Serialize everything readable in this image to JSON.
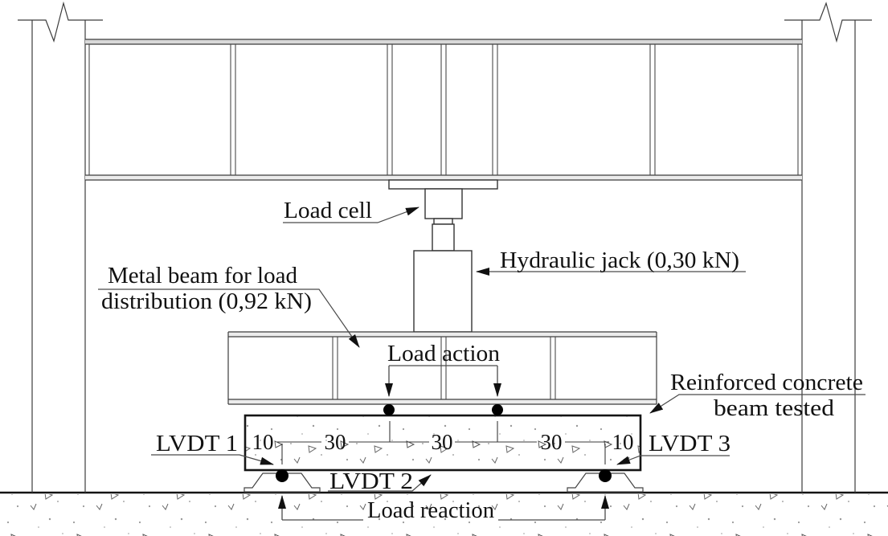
{
  "labels": {
    "load_cell": "Load cell",
    "hydraulic_jack": "Hydraulic jack (0,30 kN)",
    "metal_beam_line1": "Metal beam for load",
    "metal_beam_line2": "distribution (0,92 kN)",
    "load_action": "Load action",
    "reinforced_concrete_line1": "Reinforced concrete",
    "reinforced_concrete_line2": "beam tested",
    "lvdt_1": "LVDT 1",
    "lvdt_2": "LVDT 2",
    "lvdt_3": "LVDT 3",
    "load_reaction": "Load reaction"
  },
  "dimensions_cm": {
    "values": [
      "10",
      "30",
      "30",
      "30",
      "10"
    ]
  },
  "colors": {
    "line": "#3c3c3c",
    "heavy_line": "#141414",
    "background": "#ffffff",
    "marker_fill": "#000000"
  }
}
